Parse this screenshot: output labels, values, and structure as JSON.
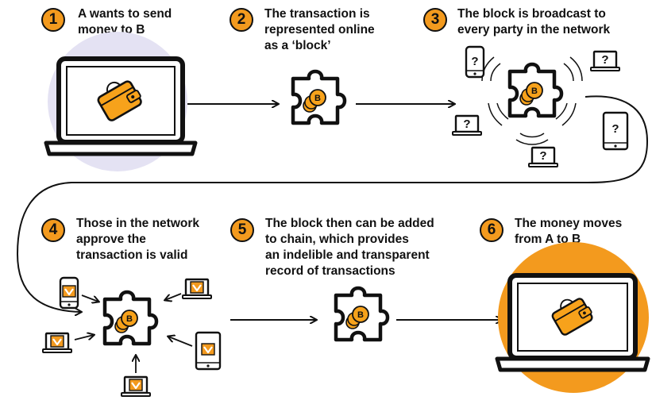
{
  "steps": [
    {
      "number": "1",
      "lines": [
        "A wants to send",
        "money to B"
      ]
    },
    {
      "number": "2",
      "lines": [
        "The transaction is",
        "represented online",
        "as a ‘block’"
      ]
    },
    {
      "number": "3",
      "lines": [
        "The block is broadcast to",
        "every party in the network"
      ]
    },
    {
      "number": "4",
      "lines": [
        "Those in the network",
        "approve the",
        "transaction is valid"
      ]
    },
    {
      "number": "5",
      "lines": [
        "The block then can be added",
        "to chain, which provides",
        "an indelible and transparent",
        "record of transactions"
      ]
    },
    {
      "number": "6",
      "lines": [
        "The money moves",
        "from A to B"
      ]
    }
  ],
  "symbols": {
    "coin": "B",
    "unknown": "?",
    "approved": "V"
  },
  "icons": {
    "laptop": "laptop-icon",
    "wallet": "wallet-icon",
    "puzzle": "puzzle-piece-icon",
    "coins": "bitcoin-coins-icon",
    "phone": "phone-icon",
    "tablet": "tablet-icon",
    "question": "question-mark-icon",
    "check": "checkmark-icon"
  },
  "colors": {
    "accent": "#f39a1e",
    "coin": "#f7a21b",
    "lavender": "#e4e2f3",
    "ink": "#111111"
  }
}
